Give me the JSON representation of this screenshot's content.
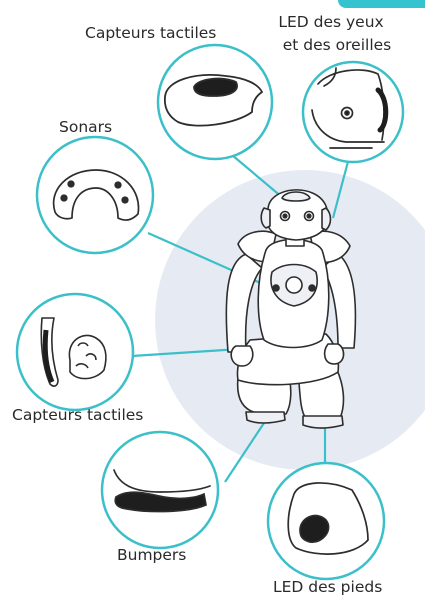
{
  "colors": {
    "teal": "#3bbfc8",
    "halo": "#e6ebf3",
    "outline": "#2d2d2d",
    "robot_body": "#ffffff",
    "robot_shade": "#eef0f6",
    "accent_corner": "#34c3cf"
  },
  "labels": {
    "touch_head": "Capteurs tactiles",
    "led_eyes_line1": "LED des yeux",
    "led_eyes_line2": "et des oreilles",
    "sonars": "Sonars",
    "touch_hands": "Capteurs tactiles",
    "bumpers": "Bumpers",
    "led_feet": "LED des pieds"
  },
  "icons": {
    "touch_head": "head-touch-sensor-icon",
    "led_eyes": "robot-head-led-icon",
    "sonars": "chest-sonar-icon",
    "touch_hands": "hand-touch-sensor-icon",
    "bumpers": "foot-bumper-icon",
    "led_feet": "foot-led-icon",
    "robot": "nao-robot-icon"
  }
}
